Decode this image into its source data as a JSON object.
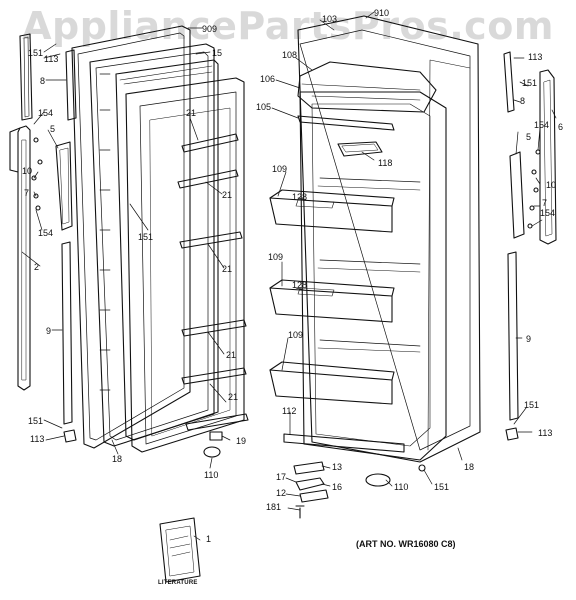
{
  "watermark": "AppliancePartsPros.com",
  "art_number": "(ART NO. WR16080 C8)",
  "literature_label": "LITERATURE",
  "callouts": {
    "c151a": "151",
    "c113a": "113",
    "c8a": "8",
    "c154a": "154",
    "c5a": "5",
    "c10a": "10",
    "c7a": "7",
    "c154b": "154",
    "c2": "2",
    "c9a": "9",
    "c151b": "151",
    "c113b": "113",
    "c18a": "18",
    "c909": "909",
    "c15": "15",
    "c21a": "21",
    "c21b": "21",
    "c151c": "151",
    "c21c": "21",
    "c21d": "21",
    "c21e": "21",
    "c19": "19",
    "c110a": "110",
    "c103": "103",
    "c910": "910",
    "c108": "108",
    "c106": "106",
    "c105": "105",
    "c118": "118",
    "c109a": "109",
    "c128a": "128",
    "c109b": "109",
    "c128b": "128",
    "c109c": "109",
    "c112": "112",
    "c13": "13",
    "c17": "17",
    "c16": "16",
    "c12": "12",
    "c181": "181",
    "c110b": "110",
    "c151d": "151",
    "c18b": "18",
    "c113c": "113",
    "c151e": "151",
    "c8b": "8",
    "c5b": "5",
    "c154c": "154",
    "c6": "6",
    "c10b": "10",
    "c7b": "7",
    "c154d": "154",
    "c9b": "9",
    "c151f": "151",
    "c113d": "113",
    "c1": "1"
  }
}
